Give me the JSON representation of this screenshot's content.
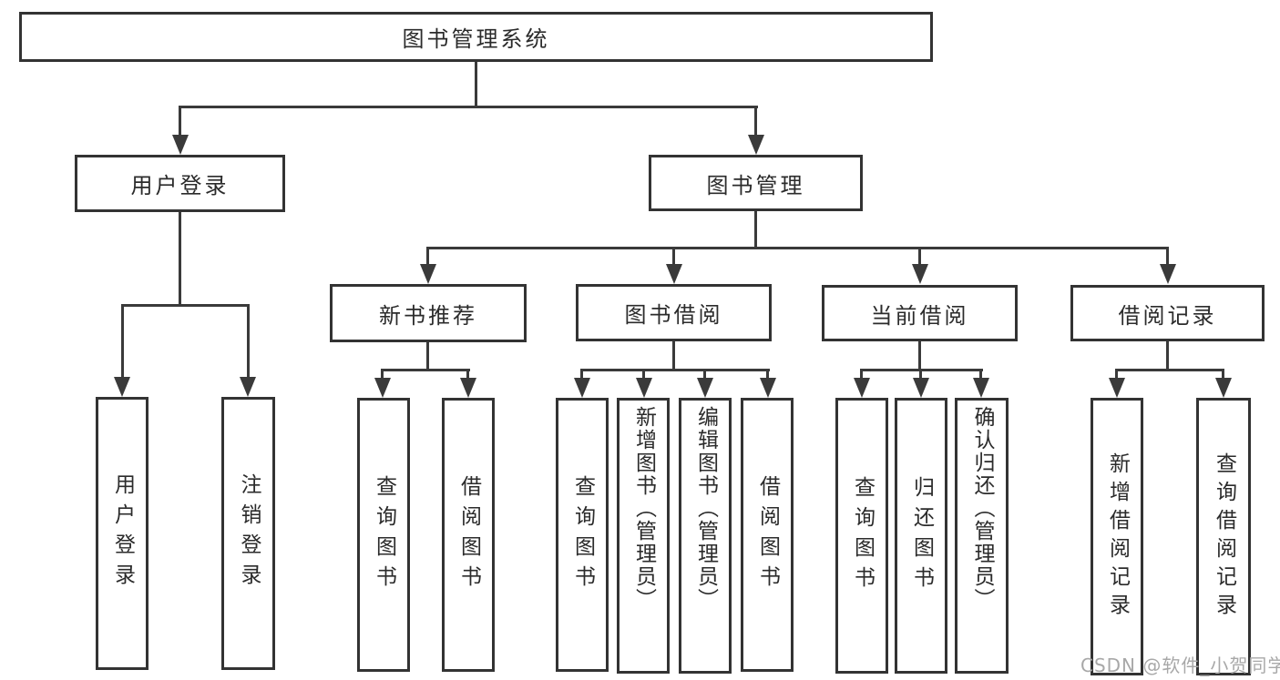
{
  "diagram": {
    "title": "图书管理系统",
    "watermark": "CSDN @软件_小贺同学",
    "colors": {
      "line": "#3a3a3a",
      "box_border": "#333333",
      "text": "#2b2b2b",
      "watermark_text": "#a8a8a8",
      "background": "#ffffff"
    },
    "nodes": {
      "root": "图书管理系统",
      "user_login": "用户登录",
      "book_management": "图书管理",
      "login": "用户登录",
      "logout": "注销登录",
      "new_book_recommend": "新书推荐",
      "book_borrow": "图书借阅",
      "current_borrow": "当前借阅",
      "borrow_records": "借阅记录",
      "nb_query_books": "查询图书",
      "nb_borrow_books": "借阅图书",
      "bb_query_books": "查询图书",
      "bb_add_books": "新增图书（管理员）",
      "bb_edit_books": "编辑图书（管理员）",
      "bb_borrow_books": "借阅图书",
      "cb_query_books": "查询图书",
      "cb_return_books": "归还图书",
      "cb_confirm_return": "确认归还（管理员）",
      "br_add_record": "新增借阅记录",
      "br_query_record": "查询借阅记录"
    }
  }
}
